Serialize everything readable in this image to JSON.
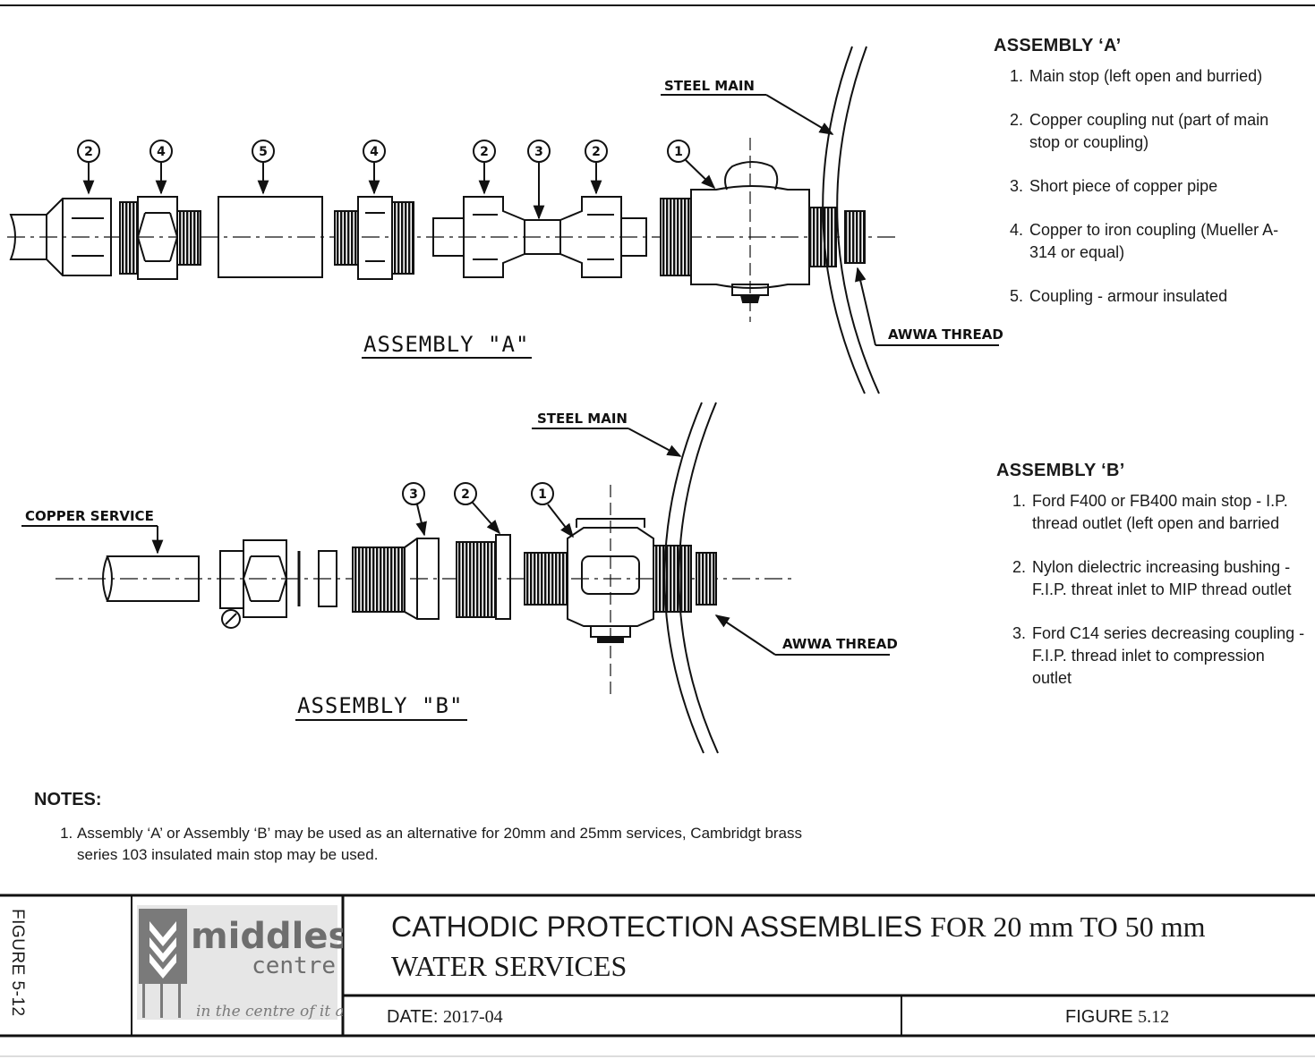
{
  "drawing": {
    "assembly_a": {
      "title": "ASSEMBLY   \"A\"",
      "steel_main_label": "STEEL MAIN",
      "thread_label": "AWWA THREAD",
      "balloons": [
        "2",
        "4",
        "5",
        "4",
        "2",
        "3",
        "2",
        "1"
      ]
    },
    "assembly_b": {
      "title": "ASSEMBLY   \"B\"",
      "steel_main_label": "STEEL MAIN",
      "thread_label": "AWWA THREAD",
      "copper_label": "COPPER SERVICE",
      "balloons": [
        "3",
        "2",
        "1"
      ]
    }
  },
  "legend_a": {
    "heading": "ASSEMBLY ‘A’",
    "items": [
      "Main stop (left open and burried)",
      "Copper coupling nut (part of main stop or coupling)",
      "Short piece of copper pipe",
      "Copper to iron coupling (Mueller A-314 or equal)",
      "Coupling - armour insulated"
    ]
  },
  "legend_b": {
    "heading": "ASSEMBLY ‘B’",
    "items": [
      "Ford F400 or FB400 main stop - I.P. thread outlet (left open and barried",
      "Nylon dielectric increasing bushing - F.I.P. threat inlet to MIP thread outlet",
      "Ford C14 series decreasing coupling - F.I.P. thread inlet to compression outlet"
    ]
  },
  "notes": {
    "heading": "NOTES:",
    "items": [
      "Assembly ‘A’ or Assembly ‘B’ may be used as an alternative for 20mm and 25mm services, Cambridgt brass series 103 insulated main stop may be used."
    ]
  },
  "title_block": {
    "side_label": "FIGURE 5-12",
    "logo": {
      "name": "middlesex",
      "sub": "centre",
      "tagline": "in the centre of it all"
    },
    "title_part1": "CATHODIC PROTECTION ASSEMBLIES",
    "title_part2": "FOR 20 mm TO 50 mm WATER SERVICES",
    "date_label": "DATE:",
    "date_value": "2017-04",
    "figure_label": "FIGURE",
    "figure_value": "5.12"
  },
  "colors": {
    "ink": "#111111",
    "logo_gray": "#7a7a7a",
    "logo_bg": "#e6e6e6"
  }
}
